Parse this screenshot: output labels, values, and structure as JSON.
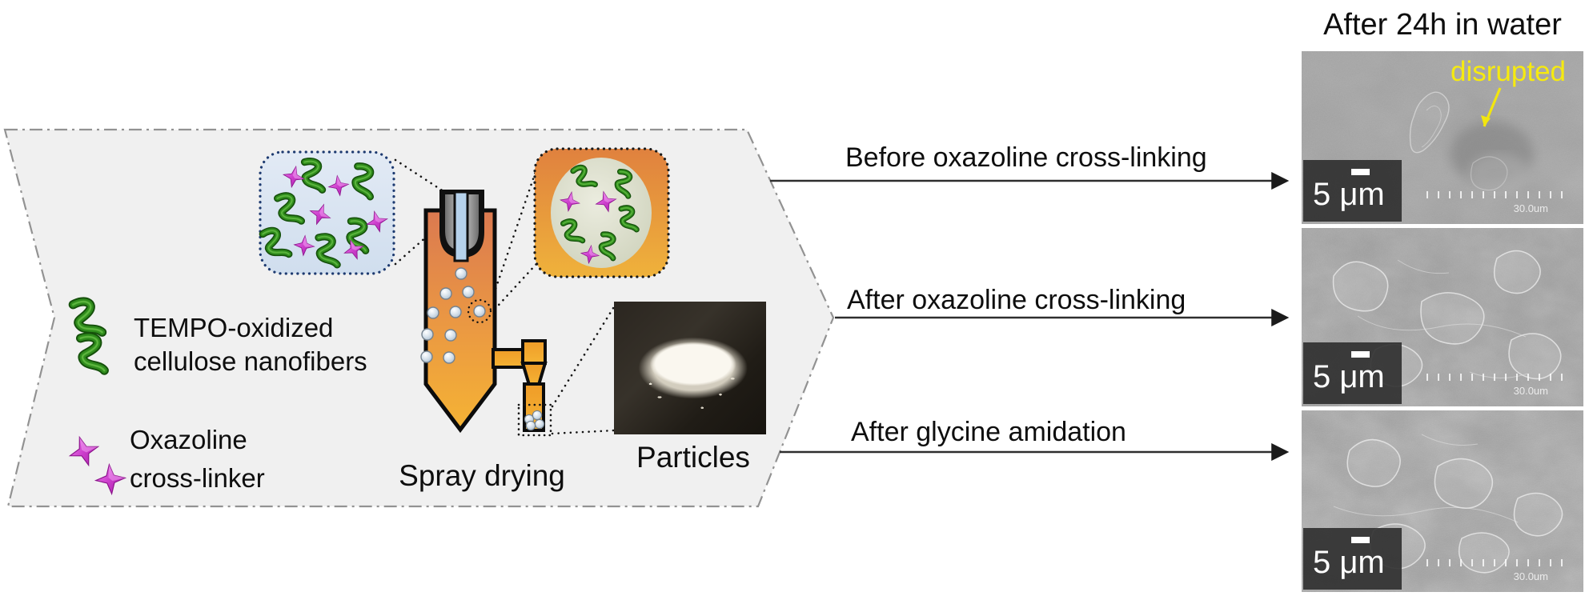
{
  "figure": {
    "panel": {
      "legend": [
        {
          "line1": "TEMPO-oxidized",
          "line2": "cellulose nanofibers"
        },
        {
          "line1": "Oxazoline",
          "line2": "cross-linker"
        }
      ],
      "process_label": "Spray drying",
      "product_label": "Particles"
    },
    "conditions": [
      {
        "label": "Before oxazoline cross-linking"
      },
      {
        "label": "After oxazoline cross-linking"
      },
      {
        "label": "After glycine amidation"
      }
    ],
    "results_column": {
      "header": "After 24h in water",
      "annotation": "disrupted",
      "sem_images": [
        {
          "scale_label": "5 μm",
          "ruler_label": "30.0um"
        },
        {
          "scale_label": "5 μm",
          "ruler_label": "30.0um"
        },
        {
          "scale_label": "5 μm",
          "ruler_label": "30.0um"
        }
      ]
    },
    "colors": {
      "annotation_yellow": "#f6ea10",
      "nanofiber_green": "#2f8c1c",
      "crosslinker_magenta": "#c83cc8",
      "dryer_orange_top": "#dd7950",
      "dryer_orange_bottom": "#f5b034",
      "solution_blue": "#d9e5f2",
      "panel_gray": "#f0f0f0"
    }
  }
}
